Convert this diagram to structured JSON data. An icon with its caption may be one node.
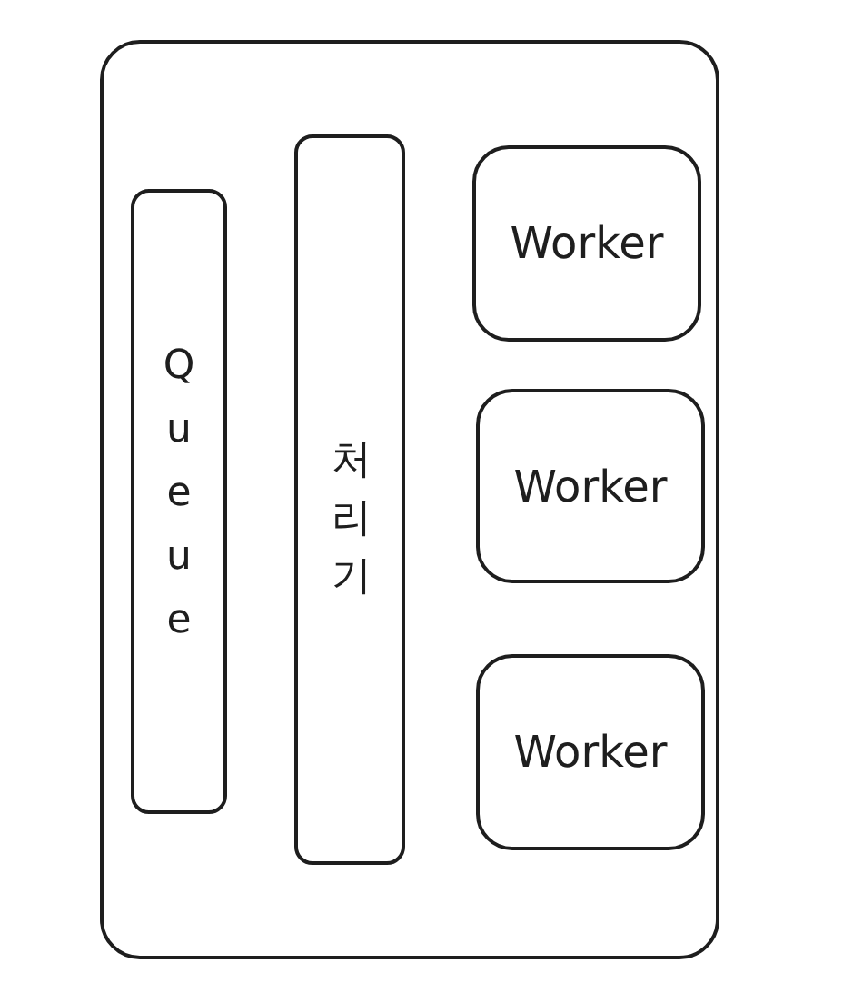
{
  "diagram": {
    "nodes": [
      {
        "text": [],
        "shape": "box"
      },
      {
        "text": [
          "Queue"
        ],
        "in": 0
      },
      {
        "text": [
          "처리기"
        ],
        "in": 0
      },
      {
        "text": [
          "Worker"
        ],
        "in": 0
      },
      {
        "text": [
          "Worker"
        ],
        "in": 0
      },
      {
        "text": [
          "Worker"
        ],
        "in": 0
      }
    ]
  }
}
